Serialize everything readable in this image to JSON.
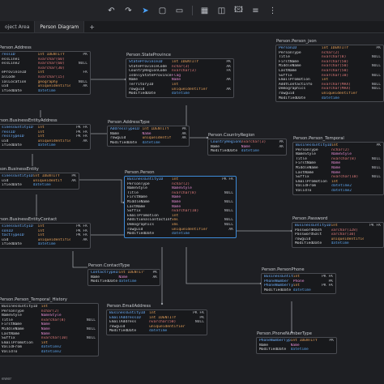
{
  "toolbar": {
    "icons": [
      {
        "name": "undo-icon",
        "glyph": "↶"
      },
      {
        "name": "redo-icon",
        "glyph": "↷"
      },
      {
        "name": "pointer-icon",
        "glyph": "➤",
        "active": true
      },
      {
        "name": "select-box-icon",
        "glyph": "▢"
      },
      {
        "name": "note-icon",
        "glyph": "▭"
      },
      {
        "name": "table-icon",
        "glyph": "▦"
      },
      {
        "name": "layout-icon",
        "glyph": "◫"
      },
      {
        "name": "image-icon",
        "glyph": "🖾"
      },
      {
        "name": "format-icon",
        "glyph": "≡"
      },
      {
        "name": "more-icon",
        "glyph": "⋮"
      }
    ]
  },
  "tabs": [
    {
      "label": "oject Area",
      "active": false
    },
    {
      "label": "Person Diagram",
      "active": true
    }
  ],
  "tab_add_label": "+",
  "tables": [
    {
      "id": "address",
      "name": "Person.Address",
      "rows": [
        [
          "ressID",
          "int IDENTITY",
          "PK"
        ],
        [
          "essLine1",
          "nvarchar(60)",
          ""
        ],
        [
          "essLine2",
          "nvarchar(60)",
          "NULL"
        ],
        [
          "",
          "nvarchar(30)",
          ""
        ],
        [
          "eProvinceID",
          "int",
          "FK"
        ],
        [
          "alCode",
          "nvarchar(15)",
          ""
        ],
        [
          "ialLocation",
          "geography",
          "NULL"
        ],
        [
          "uid",
          "uniqueidentifier",
          "AK"
        ],
        [
          "ifiedDate",
          "datetime",
          ""
        ]
      ]
    },
    {
      "id": "stateprovince",
      "name": "Person.StateProvince",
      "rows": [
        [
          "StateProvinceID",
          "int IDENTITY",
          "PK"
        ],
        [
          "StateProvinceCode",
          "nchar(3)",
          "AK"
        ],
        [
          "CountryRegionCode",
          "nvarchar(3)",
          "FK"
        ],
        [
          "IsOnlyStateProvinceFlag",
          "Flag",
          ""
        ],
        [
          "Name",
          "Name",
          "AK"
        ],
        [
          "TerritoryID",
          "int",
          ""
        ],
        [
          "rowguid",
          "uniqueidentifier",
          "AK"
        ],
        [
          "ModifiedDate",
          "datetime",
          ""
        ]
      ]
    },
    {
      "id": "personjson",
      "name": "Person.Person_json",
      "rows": [
        [
          "PersonID",
          "int IDENTITY",
          "PK"
        ],
        [
          "PersonType",
          "nchar(2)",
          ""
        ],
        [
          "Title",
          "nvarchar(8)",
          "NULL"
        ],
        [
          "FirstName",
          "nvarchar(50)",
          ""
        ],
        [
          "MiddleName",
          "nvarchar(50)",
          "NULL"
        ],
        [
          "LastName",
          "nvarchar(50)",
          ""
        ],
        [
          "Suffix",
          "nvarchar(10)",
          "NULL"
        ],
        [
          "EmailPromotion",
          "int",
          ""
        ],
        [
          "AddtContactInfo",
          "nvarchar(MAX)",
          "NULL"
        ],
        [
          "Demographics",
          "nvarchar(MAX)",
          "NULL"
        ],
        [
          "rowguid",
          "uniqueidentifier",
          ""
        ],
        [
          "ModifiedDate",
          "datetime",
          ""
        ]
      ]
    },
    {
      "id": "beaddress",
      "name": "rson.BusinessEntityAddress",
      "rows": [
        [
          "sinessEntityID",
          "int",
          "PK FK"
        ],
        [
          "ressID",
          "int",
          "PK FK"
        ],
        [
          "ressTypeID",
          "int",
          "PK FK"
        ],
        [
          "uid",
          "uniqueidentifier",
          "AK"
        ],
        [
          "ifiedDate",
          "datetime",
          ""
        ]
      ]
    },
    {
      "id": "addresstype",
      "name": "Person.AddressType",
      "rows": [
        [
          "AddressTypeID",
          "int IDENTITY",
          "PK"
        ],
        [
          "Name",
          "Name",
          "AK"
        ],
        [
          "rowguid",
          "uniqueidentifier",
          "AK"
        ],
        [
          "ModifiedDate",
          "datetime",
          ""
        ]
      ]
    },
    {
      "id": "countryregion",
      "name": "Person.CountryRegion",
      "rows": [
        [
          "CountryRegionCode",
          "nvarchar(3)",
          "PK"
        ],
        [
          "Name",
          "Name",
          "AK"
        ],
        [
          "ModifiedDate",
          "datetime",
          ""
        ]
      ]
    },
    {
      "id": "persontemporal",
      "name": "Person.Person_Temporal",
      "rows": [
        [
          "BusinessEntityID",
          "int",
          "PK"
        ],
        [
          "PersonType",
          "nchar(2)",
          ""
        ],
        [
          "NameStyle",
          "NameStyle",
          ""
        ],
        [
          "Title",
          "nvarchar(8)",
          "NULL"
        ],
        [
          "FirstName",
          "Name",
          ""
        ],
        [
          "MiddleName",
          "Name",
          "NULL"
        ],
        [
          "LastName",
          "Name",
          ""
        ],
        [
          "Suffix",
          "nvarchar(10)",
          "NULL"
        ],
        [
          "EmailPromotion",
          "int",
          ""
        ],
        [
          "ValidFrom",
          "datetime2",
          ""
        ],
        [
          "ValidTo",
          "datetime2",
          ""
        ]
      ]
    },
    {
      "id": "businessentity",
      "name": "son.BusinessEntity",
      "rows": [
        [
          "sinessEntityID",
          "int IDENTITY",
          "PK"
        ],
        [
          "uid",
          "uniqueidentifier",
          "AK"
        ],
        [
          "ifiedDate",
          "datetime",
          ""
        ]
      ]
    },
    {
      "id": "person",
      "name": "Person.Person",
      "rows": [
        [
          "BusinessEntityID",
          "int",
          "PK FK"
        ],
        [
          "PersonType",
          "nchar(2)",
          ""
        ],
        [
          "NameStyle",
          "NameStyle",
          ""
        ],
        [
          "Title",
          "nvarchar(8)",
          "NULL"
        ],
        [
          "FirstName",
          "Name",
          ""
        ],
        [
          "MiddleName",
          "Name",
          "NULL"
        ],
        [
          "LastName",
          "Name",
          ""
        ],
        [
          "Suffix",
          "nvarchar(10)",
          "NULL"
        ],
        [
          "EmailPromotion",
          "int",
          ""
        ],
        [
          "AdditionalContactInfo",
          "xml",
          "NULL"
        ],
        [
          "Demographics",
          "xml",
          "NULL"
        ],
        [
          "rowguid",
          "uniqueidentifier",
          "AK"
        ],
        [
          "ModifiedDate",
          "datetime",
          ""
        ]
      ]
    },
    {
      "id": "becontact",
      "name": "rson.BusinessEntityContact",
      "rows": [
        [
          "sinessEntityID",
          "int",
          "PK FK"
        ],
        [
          "sonID",
          "int",
          "PK FK"
        ],
        [
          "tactTypeID",
          "int",
          "PK FK"
        ],
        [
          "uid",
          "uniqueidentifier",
          "AK"
        ],
        [
          "ifiedDate",
          "datetime",
          ""
        ]
      ]
    },
    {
      "id": "password",
      "name": "Person.Password",
      "rows": [
        [
          "BusinessEntityID",
          "int",
          "PK FK"
        ],
        [
          "PasswordHash",
          "varchar(128)",
          ""
        ],
        [
          "PasswordSalt",
          "varchar(10)",
          ""
        ],
        [
          "rowguid",
          "uniqueidentifier",
          ""
        ],
        [
          "ModifiedDate",
          "datetime",
          ""
        ]
      ]
    },
    {
      "id": "contacttype",
      "name": "Person.ContactType",
      "rows": [
        [
          "ContactTypeID",
          "int IDENTITY",
          "PK"
        ],
        [
          "Name",
          "Name",
          "AK"
        ],
        [
          "ModifiedDate",
          "datetime",
          ""
        ]
      ]
    },
    {
      "id": "personphone",
      "name": "Person.PersonPhone",
      "rows": [
        [
          "BusinessEntityID",
          "int",
          "PK FK"
        ],
        [
          "PhoneNumber",
          "Phone",
          "PK"
        ],
        [
          "PhoneNumberTypeID",
          "int",
          "PK FK"
        ],
        [
          "ModifiedDate",
          "datetime",
          ""
        ]
      ]
    },
    {
      "id": "temporalhistory",
      "name": "Person.Person_Temporal_History",
      "rows": [
        [
          "BusinessEntityID",
          "int",
          ""
        ],
        [
          "PersonType",
          "nchar(2)",
          ""
        ],
        [
          "NameStyle",
          "NameStyle",
          ""
        ],
        [
          "Title",
          "nvarchar(8)",
          "NULL"
        ],
        [
          "FirstName",
          "Name",
          ""
        ],
        [
          "MiddleName",
          "Name",
          "NULL"
        ],
        [
          "LastName",
          "Name",
          ""
        ],
        [
          "Suffix",
          "nvarchar(10)",
          "NULL"
        ],
        [
          "EmailPromotion",
          "int",
          ""
        ],
        [
          "ValidFrom",
          "datetime2",
          ""
        ],
        [
          "ValidTo",
          "datetime2",
          ""
        ]
      ]
    },
    {
      "id": "emailaddress",
      "name": "Person.EmailAddress",
      "rows": [
        [
          "BusinessEntityID",
          "int",
          "PK FK"
        ],
        [
          "EmailAddressID",
          "int IDENTITY",
          "PK"
        ],
        [
          "EmailAddress",
          "nvarchar(50)",
          "NULL"
        ],
        [
          "rowguid",
          "uniqueidentifier",
          ""
        ],
        [
          "ModifiedDate",
          "datetime",
          ""
        ]
      ]
    },
    {
      "id": "phonenumbertype",
      "name": "Person.PhoneNumberType",
      "rows": [
        [
          "PhoneNumberTypeID",
          "int IDENTITY",
          "PK"
        ],
        [
          "Name",
          "Name",
          ""
        ],
        [
          "ModifiedDate",
          "datetime",
          ""
        ]
      ]
    }
  ],
  "footer_note": "ewer"
}
